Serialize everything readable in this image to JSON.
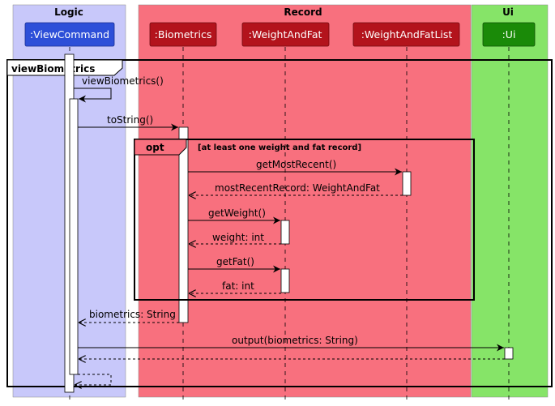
{
  "colors": {
    "logic_box": "#C8C8FA",
    "record_box": "#F8707E",
    "ui_box": "#86E468",
    "participant_logic": "#2D4FD8",
    "participant_record": "#B3131C",
    "participant_ui": "#1A8A08",
    "activation": "#FFFFFF",
    "line": "#000000"
  },
  "boxes": [
    {
      "id": "logic",
      "label": "Logic"
    },
    {
      "id": "record",
      "label": "Record"
    },
    {
      "id": "ui",
      "label": "Ui"
    }
  ],
  "participants": [
    {
      "id": "vc",
      "label": ":ViewCommand"
    },
    {
      "id": "bio",
      "label": ":Biometrics"
    },
    {
      "id": "waf",
      "label": ":WeightAndFat"
    },
    {
      "id": "wafl",
      "label": ":WeightAndFatList"
    },
    {
      "id": "ui",
      "label": ":Ui"
    }
  ],
  "frames": [
    {
      "id": "viewBiometrics",
      "label": "viewBiometrics",
      "guard": ""
    },
    {
      "id": "opt",
      "label": "opt",
      "guard": "[at least one weight and fat record]"
    }
  ],
  "messages": [
    {
      "id": "m1",
      "label": "viewBiometrics()",
      "from": "vc",
      "to": "vc",
      "kind": "self-call"
    },
    {
      "id": "m2",
      "label": "toString()",
      "from": "vc",
      "to": "bio",
      "kind": "call"
    },
    {
      "id": "m3",
      "label": "getMostRecent()",
      "from": "bio",
      "to": "wafl",
      "kind": "call"
    },
    {
      "id": "m4",
      "label": "mostRecentRecord: WeightAndFat",
      "from": "wafl",
      "to": "bio",
      "kind": "return"
    },
    {
      "id": "m5",
      "label": "getWeight()",
      "from": "bio",
      "to": "waf",
      "kind": "call"
    },
    {
      "id": "m6",
      "label": "weight: int",
      "from": "waf",
      "to": "bio",
      "kind": "return"
    },
    {
      "id": "m7",
      "label": "getFat()",
      "from": "bio",
      "to": "waf",
      "kind": "call"
    },
    {
      "id": "m8",
      "label": "fat: int",
      "from": "waf",
      "to": "bio",
      "kind": "return"
    },
    {
      "id": "m9",
      "label": "biometrics: String",
      "from": "bio",
      "to": "vc",
      "kind": "return"
    },
    {
      "id": "m10",
      "label": "output(biometrics: String)",
      "from": "vc",
      "to": "ui",
      "kind": "call"
    },
    {
      "id": "m11",
      "label": "",
      "from": "ui",
      "to": "vc",
      "kind": "return"
    },
    {
      "id": "m12",
      "label": "",
      "from": "vc",
      "to": "vc",
      "kind": "self-return"
    }
  ]
}
